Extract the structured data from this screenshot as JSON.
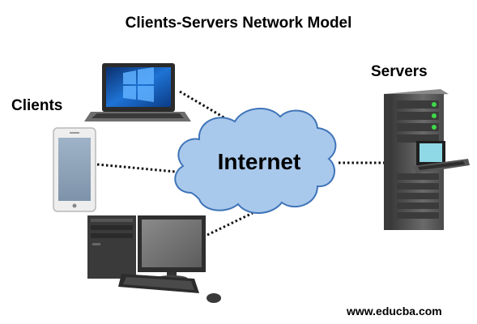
{
  "title": "Clients-Servers Network Model",
  "labels": {
    "clients": "Clients",
    "servers": "Servers",
    "internet": "Internet"
  },
  "watermark": "www.educba.com",
  "colors": {
    "cloud_fill": "#a9c9ec",
    "cloud_stroke": "#3f74b8",
    "connector": "#111111",
    "laptop_screen": "#1a5fb4",
    "server_body": "#5a5a5a",
    "server_led": "#3ed84a"
  },
  "icons": [
    "laptop-icon",
    "smartphone-icon",
    "desktop-computer-icon",
    "server-rack-icon",
    "internet-cloud-icon"
  ]
}
